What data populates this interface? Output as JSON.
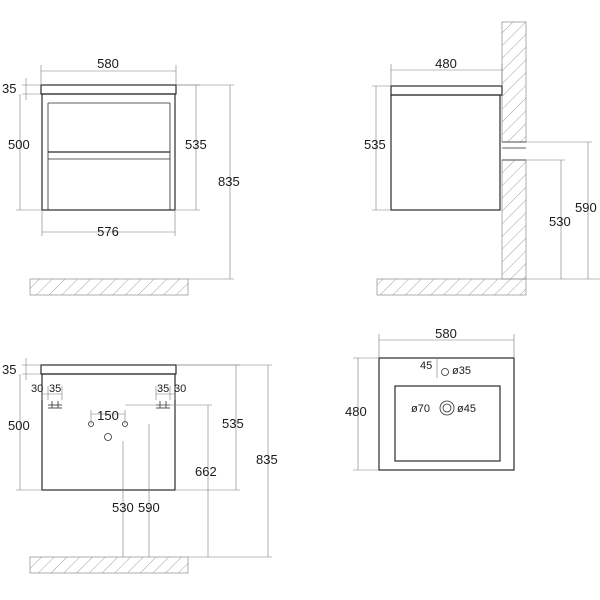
{
  "front_view": {
    "width_top": "580",
    "top_thickness": "35",
    "drawer_height": "500",
    "body_height": "535",
    "total_height": "835",
    "width_bottom": "576"
  },
  "side_view": {
    "depth": "480",
    "body_height": "535",
    "mount_height": "530",
    "mount_height_2": "590"
  },
  "rear_view": {
    "top_thickness": "35",
    "bracket_left_1": "30",
    "bracket_left_2": "35",
    "bracket_right_1": "35",
    "bracket_right_2": "30",
    "hole_spacing": "150",
    "drawer_height": "500",
    "body_height": "535",
    "pipe_height": "662",
    "total_height": "835",
    "drain_height_1": "530",
    "drain_height_2": "590"
  },
  "top_view": {
    "width": "580",
    "depth": "480",
    "tap_offset": "45",
    "tap_hole": "ø35",
    "drain_outer": "ø70",
    "drain_inner": "ø45"
  }
}
